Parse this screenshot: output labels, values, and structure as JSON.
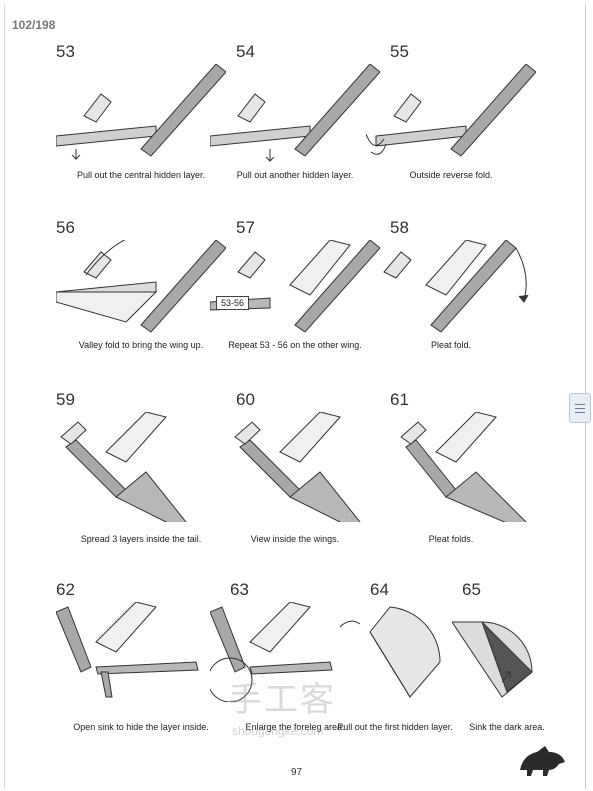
{
  "page": {
    "counter": "102/198",
    "page_number": "97",
    "watermark_text": "手工客",
    "watermark_url": "shougongke.com"
  },
  "steps": [
    {
      "num": "53",
      "caption": "Pull out the central hidden layer."
    },
    {
      "num": "54",
      "caption": "Pull out another hidden layer."
    },
    {
      "num": "55",
      "caption": "Outside reverse fold."
    },
    {
      "num": "56",
      "caption": "Valley fold to bring the wing up."
    },
    {
      "num": "57",
      "caption": "Repeat 53 - 56 on the other wing.",
      "ref": "53-56"
    },
    {
      "num": "58",
      "caption": "Pleat fold."
    },
    {
      "num": "59",
      "caption": "Spread 3 layers inside the tail."
    },
    {
      "num": "60",
      "caption": "View inside the wings."
    },
    {
      "num": "61",
      "caption": "Pleat folds."
    },
    {
      "num": "62",
      "caption": "Open sink to hide the layer inside."
    },
    {
      "num": "63",
      "caption": "Enlarge the foreleg area."
    },
    {
      "num": "64",
      "caption": "Pull out the first hidden layer."
    },
    {
      "num": "65",
      "caption": "Sink the dark area."
    }
  ],
  "icons": {
    "mascot": "dinosaur-mascot-icon",
    "side_tab": "menu-tab-icon"
  }
}
